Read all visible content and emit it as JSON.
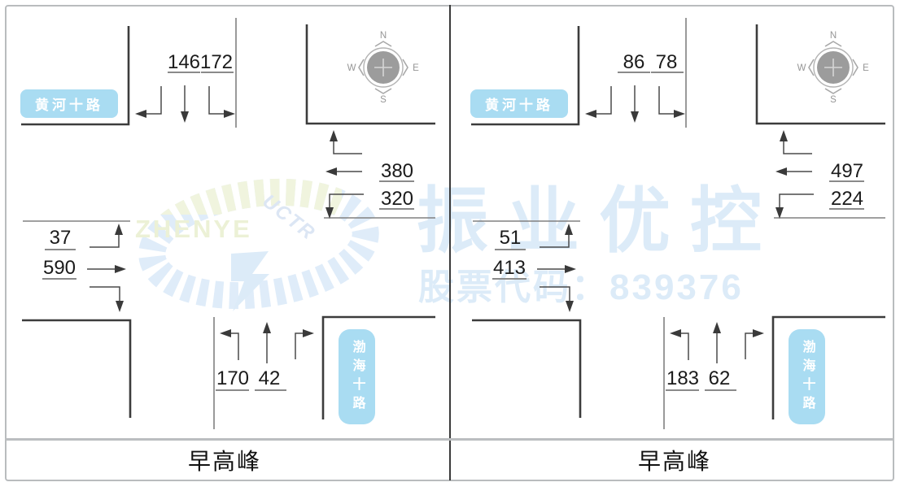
{
  "watermark": {
    "latin": "ZHENYE",
    "curve_text": "UCTR",
    "brand": "振业优控",
    "stock": "股票代码：839376",
    "brand_color": "#dcebf8",
    "latin_color": "#ecf1d6"
  },
  "colors": {
    "road_line": "#3c3c3c",
    "thin_line": "#808080",
    "arrow": "#3a3a3a",
    "label_box": "#a9dcf2",
    "frame": "#b9bcbe"
  },
  "panels": [
    {
      "caption": "早高峰",
      "labels": {
        "horizontal_road": "黄河十路",
        "vertical_road": "渤海十路"
      },
      "compass": {
        "n": "N",
        "e": "E",
        "s": "S",
        "w": "W"
      },
      "flows": {
        "north_through": "146",
        "north_left": "172",
        "east_through": "380",
        "east_left": "320",
        "west_left": "37",
        "west_through": "590",
        "south_left": "170",
        "south_through": "42"
      }
    },
    {
      "caption": "早高峰",
      "labels": {
        "horizontal_road": "黄河十路",
        "vertical_road": "渤海十路"
      },
      "compass": {
        "n": "N",
        "e": "E",
        "s": "S",
        "w": "W"
      },
      "flows": {
        "north_through": "86",
        "north_left": "78",
        "east_through": "497",
        "east_left": "224",
        "west_left": "51",
        "west_through": "413",
        "south_left": "183",
        "south_through": "62"
      }
    }
  ]
}
